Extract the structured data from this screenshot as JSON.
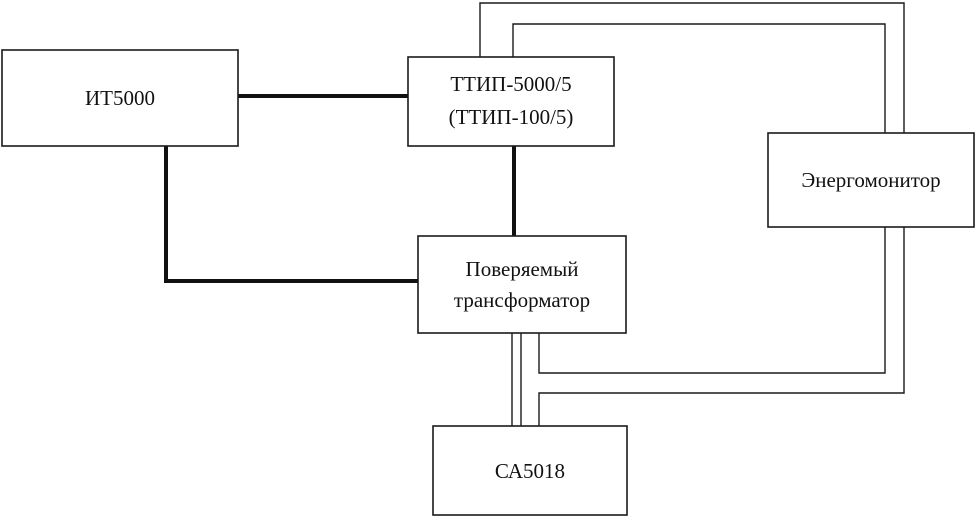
{
  "blocks": {
    "it5000": "ИТ5000",
    "ttip_line1": "ТТИП-5000/5",
    "ttip_line2": "(ТТИП-100/5)",
    "transformer_line1": "Поверяемый",
    "transformer_line2": "трансформатор",
    "energomonitor": "Энергомонитор",
    "ca5018": "СА5018"
  }
}
